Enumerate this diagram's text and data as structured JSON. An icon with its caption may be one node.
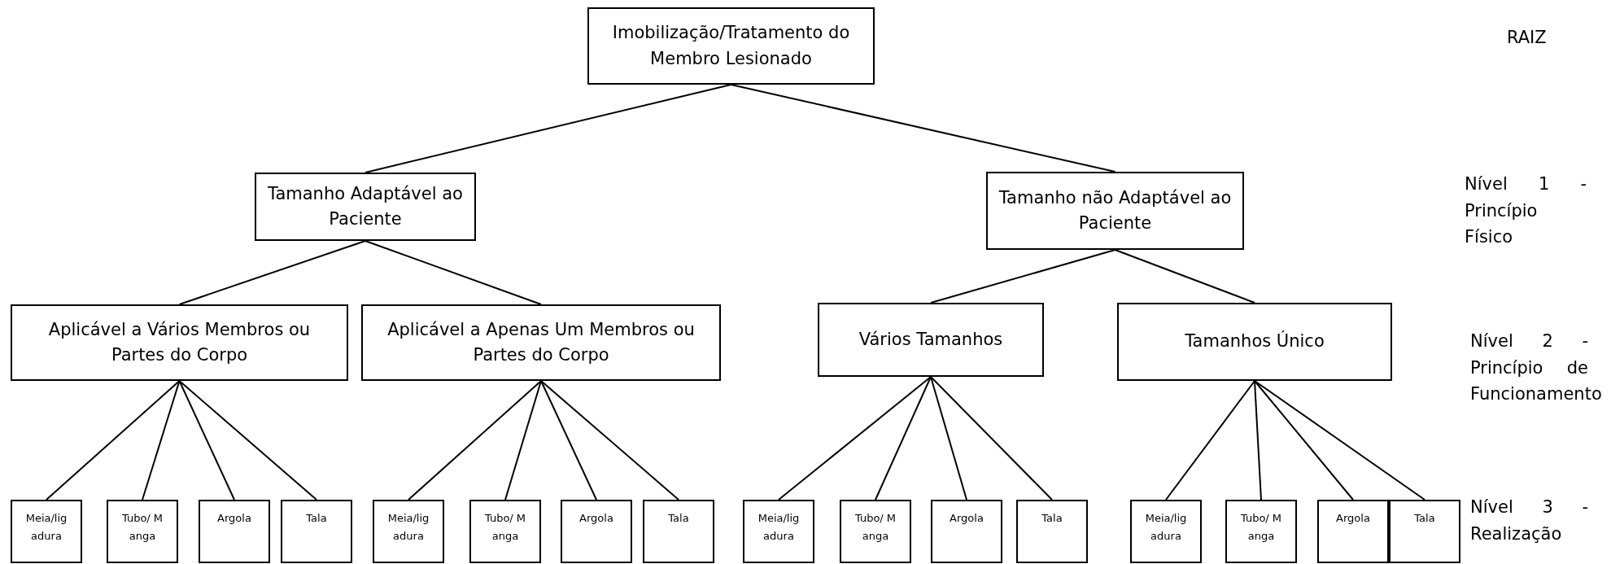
{
  "diagram": {
    "nodes": [
      {
        "text": [
          "Imobilização/Tratamento do Membro Lesionado"
        ]
      },
      {
        "text": [
          "Tamanho Adaptável ao Paciente"
        ]
      },
      {
        "text": [
          "Tamanho não Adaptável ao Paciente"
        ]
      },
      {
        "text": [
          "Aplicável a Vários Membros ou Partes do Corpo"
        ]
      },
      {
        "text": [
          "Aplicável a Apenas Um Membros ou Partes do Corpo"
        ]
      },
      {
        "text": [
          "Vários Tamanhos"
        ]
      },
      {
        "text": [
          "Tamanhos Único"
        ]
      },
      {
        "text": [
          "Meia/ligadura"
        ]
      },
      {
        "text": [
          "Tubo/ Manga"
        ]
      },
      {
        "text": [
          "Argola"
        ]
      },
      {
        "text": [
          "Tala"
        ]
      },
      {
        "text": [
          "Meia/ligadura"
        ]
      },
      {
        "text": [
          "Tubo/ Manga"
        ]
      },
      {
        "text": [
          "Argola"
        ]
      },
      {
        "text": [
          "Tala"
        ]
      },
      {
        "text": [
          "Meia/ligadura"
        ]
      },
      {
        "text": [
          "Tubo/ Manga"
        ]
      },
      {
        "text": [
          "Argola"
        ]
      },
      {
        "text": [
          "Tala"
        ]
      },
      {
        "text": [
          "Meia/ligadura"
        ]
      },
      {
        "text": [
          "Tubo/ Manga"
        ]
      },
      {
        "text": [
          "Argola"
        ]
      },
      {
        "text": [
          "Tala"
        ]
      }
    ],
    "edges": [
      {
        "from": 0,
        "to": 1,
        "arrow": "none"
      },
      {
        "from": 0,
        "to": 2,
        "arrow": "none"
      },
      {
        "from": 1,
        "to": 3,
        "arrow": "none"
      },
      {
        "from": 1,
        "to": 4,
        "arrow": "none"
      },
      {
        "from": 2,
        "to": 5,
        "arrow": "none"
      },
      {
        "from": 2,
        "to": 6,
        "arrow": "none"
      },
      {
        "from": 3,
        "to": 7,
        "arrow": "none"
      },
      {
        "from": 3,
        "to": 8,
        "arrow": "none"
      },
      {
        "from": 3,
        "to": 9,
        "arrow": "none"
      },
      {
        "from": 3,
        "to": 10,
        "arrow": "none"
      },
      {
        "from": 4,
        "to": 11,
        "arrow": "none"
      },
      {
        "from": 4,
        "to": 12,
        "arrow": "none"
      },
      {
        "from": 4,
        "to": 13,
        "arrow": "none"
      },
      {
        "from": 4,
        "to": 14,
        "arrow": "none"
      },
      {
        "from": 5,
        "to": 15,
        "arrow": "none"
      },
      {
        "from": 5,
        "to": 16,
        "arrow": "none"
      },
      {
        "from": 5,
        "to": 17,
        "arrow": "none"
      },
      {
        "from": 5,
        "to": 18,
        "arrow": "none"
      },
      {
        "from": 6,
        "to": 19,
        "arrow": "none"
      },
      {
        "from": 6,
        "to": 20,
        "arrow": "none"
      },
      {
        "from": 6,
        "to": 21,
        "arrow": "none"
      },
      {
        "from": 6,
        "to": 22,
        "arrow": "none"
      }
    ],
    "labels": [
      "RAIZ",
      "Nível 1 - Princípio Físico",
      "Nível 2 - Princípio de Funcionamento",
      "Nível 3 - Realização"
    ]
  }
}
